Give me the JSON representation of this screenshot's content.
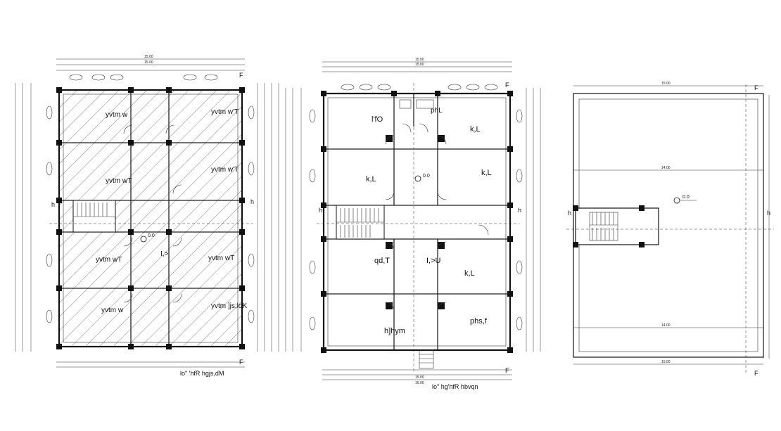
{
  "plans": [
    {
      "id": "plan-1",
      "overall_dims": [
        "15.00",
        "15.00"
      ],
      "room_labels": [
        "yvtm w",
        "yvtm w'T",
        "yvtm w'T",
        "yvtm wT",
        "yvtm wT",
        "yvtm wT",
        "yvtm w",
        "I,>",
        "yvtm ]js;ldK"
      ],
      "caption": "lo\"  'hfR  hgjs,dM",
      "section_mark": "F",
      "h_mark": "h",
      "level_mark": "0.0"
    },
    {
      "id": "plan-2",
      "overall_dims": [
        "15.00",
        "15.00",
        "15.00",
        "16.00"
      ],
      "room_labels": [
        "l'fO",
        "phL",
        "k,L",
        "k,L",
        "k,L",
        "qd,T",
        "I,>U",
        "k,L",
        "h]hym",
        "phs,f"
      ],
      "caption": "lo\"  hg'hfR  hbvqn",
      "section_mark": "F",
      "h_mark": "h",
      "level_mark": "0.0"
    },
    {
      "id": "plan-3",
      "overall_dims": [
        "15.00",
        "14.00",
        "14.00",
        "15.00"
      ],
      "room_labels": [],
      "caption": "",
      "section_mark": "F",
      "h_mark": "h",
      "level_mark": "0.0"
    }
  ],
  "colors": {
    "line": "#111111",
    "background": "#ffffff"
  }
}
